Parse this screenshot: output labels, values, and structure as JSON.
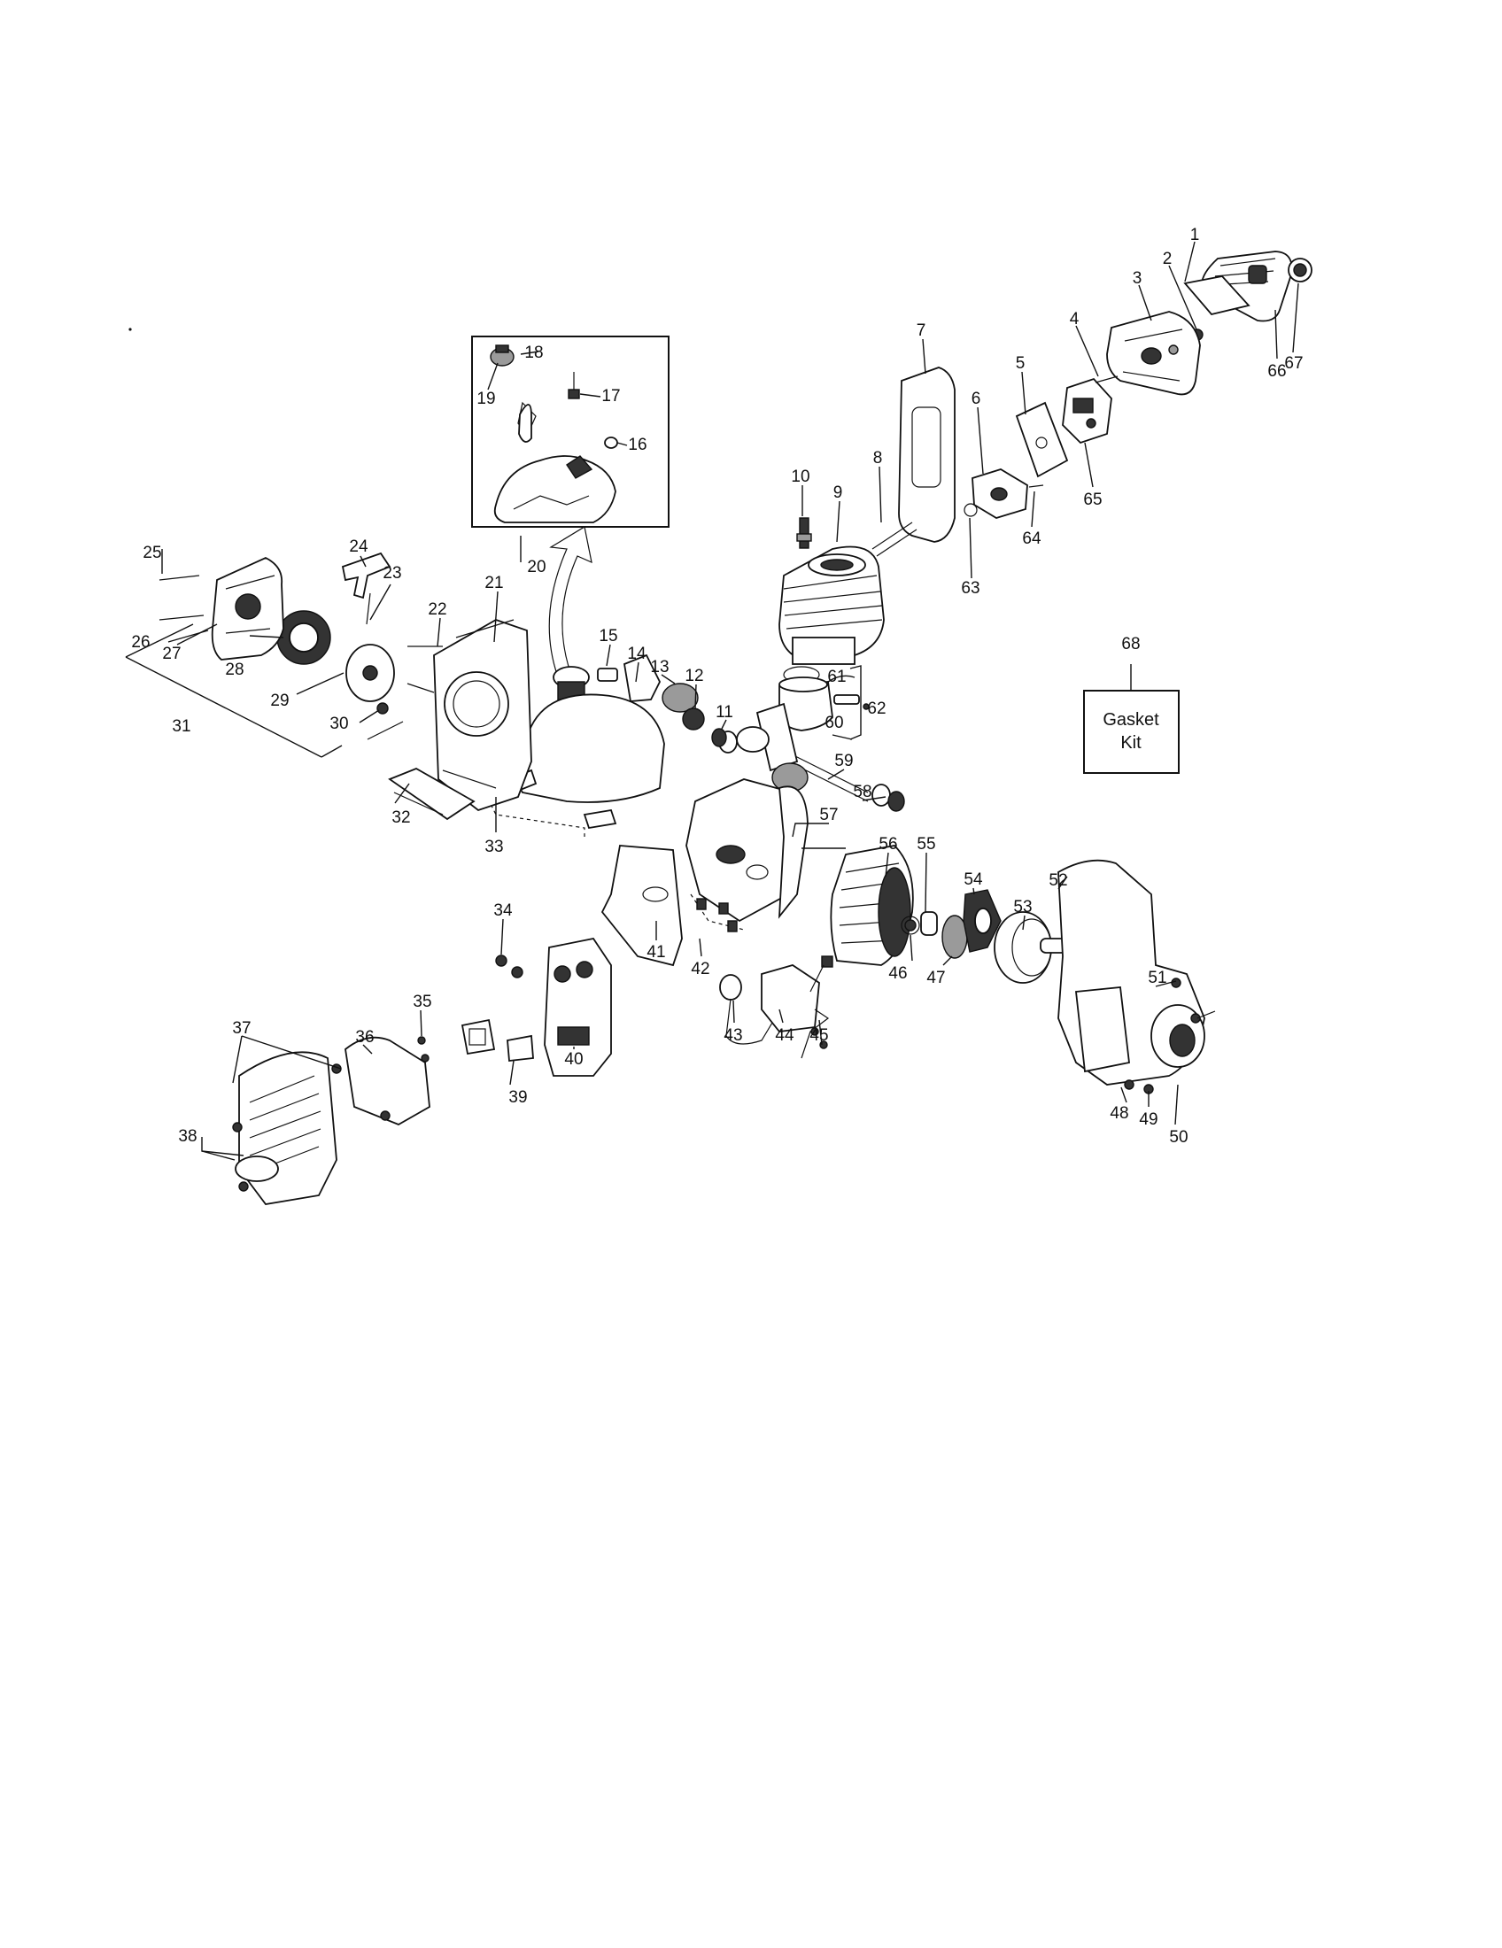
{
  "callouts": [
    "1",
    "2",
    "3",
    "4",
    "5",
    "6",
    "7",
    "8",
    "9",
    "10",
    "11",
    "12",
    "13",
    "14",
    "15",
    "16",
    "17",
    "18",
    "19",
    "20",
    "21",
    "22",
    "23",
    "24",
    "25",
    "26",
    "27",
    "28",
    "29",
    "30",
    "31",
    "32",
    "33",
    "34",
    "35",
    "36",
    "37",
    "38",
    "39",
    "40",
    "41",
    "42",
    "43",
    "44",
    "45",
    "46",
    "47",
    "48",
    "49",
    "50",
    "51",
    "52",
    "53",
    "54",
    "55",
    "56",
    "57",
    "58",
    "59",
    "60",
    "61",
    "62",
    "63",
    "64",
    "65",
    "66",
    "67",
    "68"
  ],
  "gasket_kit": {
    "line1": "Gasket",
    "line2": "Kit"
  }
}
